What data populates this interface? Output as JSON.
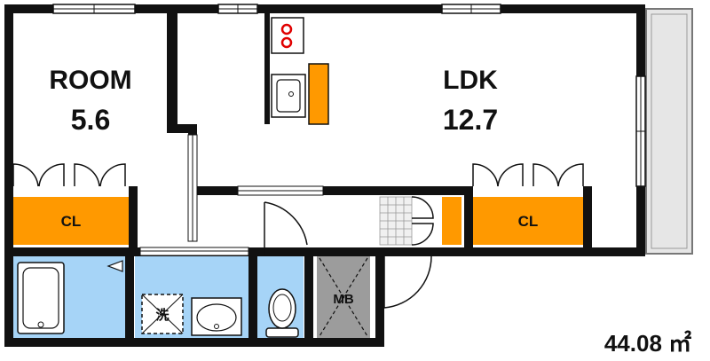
{
  "plan": {
    "rooms": [
      {
        "name": "ROOM",
        "size": "5.6"
      },
      {
        "name": "LDK",
        "size": "12.7"
      }
    ],
    "closets": [
      "CL",
      "CL"
    ],
    "laundry": "洗",
    "meter_box": "MB",
    "total_area": "44.08 ㎡"
  },
  "colors": {
    "closet": "#ff9900",
    "wet_area": "#a6d4f7",
    "meter_box": "#9c9c9c",
    "wall": "#111111",
    "balcony": "#e6e6e6"
  }
}
